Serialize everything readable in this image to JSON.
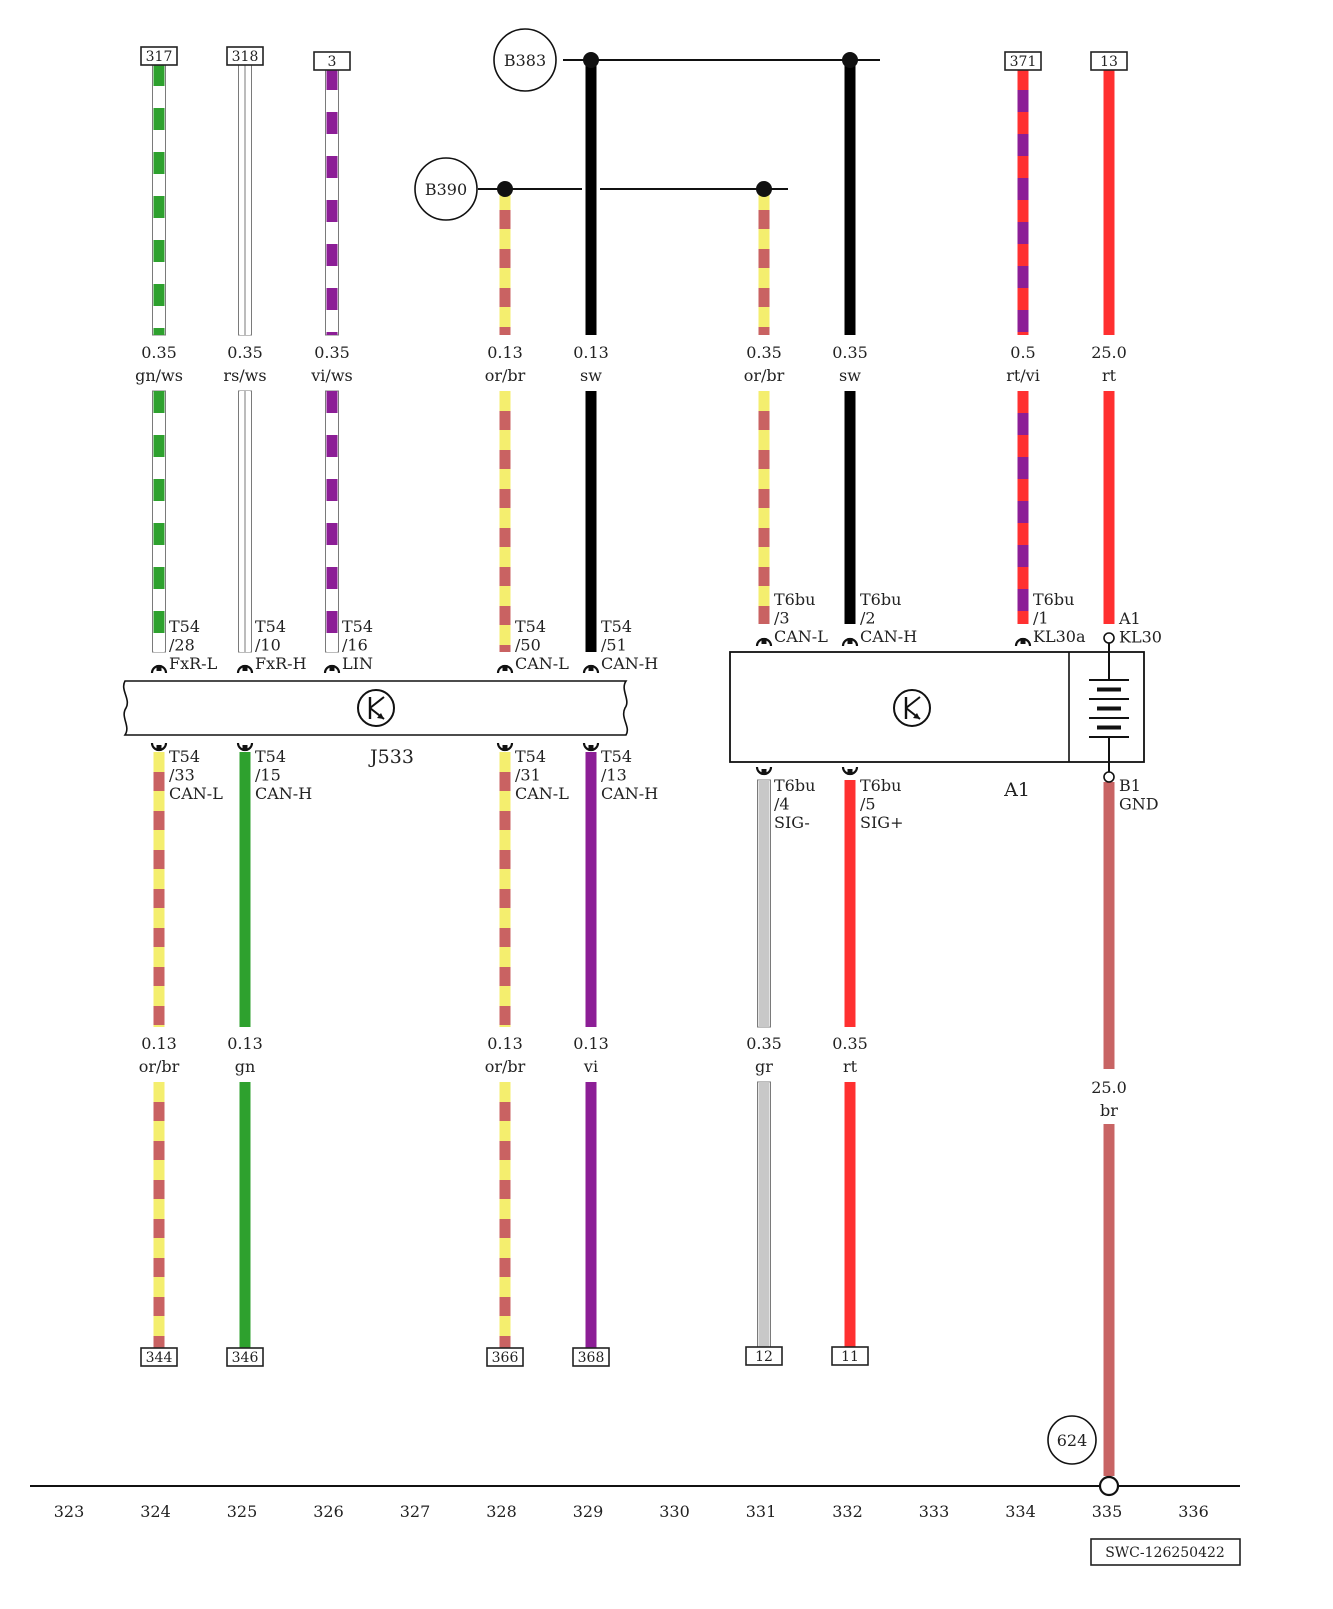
{
  "colors": {
    "gn": "#2ea12e",
    "ws": "#ffffff",
    "rs": "#ffffff",
    "vi": "#8c1e96",
    "or": "#f4ee6e",
    "br": "#c96262",
    "sw": "#000000",
    "rt": "#ff3030",
    "gr": "#c8c8c8",
    "brSolid": "#c86464",
    "border": "#7a7a7a"
  },
  "nodes": [
    {
      "id": "B383",
      "label": "B383"
    },
    {
      "id": "B390",
      "label": "B390"
    },
    {
      "id": "624",
      "label": "624"
    }
  ],
  "wires": [
    {
      "id": "w317",
      "ref": "317",
      "size": "0.35",
      "color": "gn/ws"
    },
    {
      "id": "w318",
      "ref": "318",
      "size": "0.35",
      "color": "rs/ws"
    },
    {
      "id": "w3",
      "ref": "3",
      "size": "0.35",
      "color": "vi/ws"
    },
    {
      "id": "wB390a",
      "size": "0.13",
      "color": "or/br"
    },
    {
      "id": "wB383a",
      "size": "0.13",
      "color": "sw"
    },
    {
      "id": "wB390b",
      "size": "0.35",
      "color": "or/br"
    },
    {
      "id": "wB383b",
      "size": "0.35",
      "color": "sw"
    },
    {
      "id": "w371",
      "ref": "371",
      "size": "0.5",
      "color": "rt/vi"
    },
    {
      "id": "w13",
      "ref": "13",
      "size": "25.0",
      "color": "rt"
    },
    {
      "id": "w344",
      "ref": "344",
      "size": "0.13",
      "color": "or/br"
    },
    {
      "id": "w346",
      "ref": "346",
      "size": "0.13",
      "color": "gn"
    },
    {
      "id": "w366",
      "ref": "366",
      "size": "0.13",
      "color": "or/br"
    },
    {
      "id": "w368",
      "ref": "368",
      "size": "0.13",
      "color": "vi"
    },
    {
      "id": "w12",
      "ref": "12",
      "size": "0.35",
      "color": "gr"
    },
    {
      "id": "w11",
      "ref": "11",
      "size": "0.35",
      "color": "rt"
    },
    {
      "id": "wgnd",
      "size": "25.0",
      "color": "br"
    }
  ],
  "pins": [
    {
      "id": "p1",
      "lines": [
        "T54",
        "/28",
        "FxR-L"
      ]
    },
    {
      "id": "p2",
      "lines": [
        "T54",
        "/10",
        "FxR-H"
      ]
    },
    {
      "id": "p3",
      "lines": [
        "T54",
        "/16",
        "LIN"
      ]
    },
    {
      "id": "p4",
      "lines": [
        "T54",
        "/50",
        "CAN-L"
      ]
    },
    {
      "id": "p5",
      "lines": [
        "T54",
        "/51",
        "CAN-H"
      ]
    },
    {
      "id": "p6",
      "lines": [
        "T54",
        "/33",
        "CAN-L"
      ]
    },
    {
      "id": "p7",
      "lines": [
        "T54",
        "/15",
        "CAN-H"
      ]
    },
    {
      "id": "p8",
      "lines": [
        "T54",
        "/31",
        "CAN-L"
      ]
    },
    {
      "id": "p9",
      "lines": [
        "T54",
        "/13",
        "CAN-H"
      ]
    },
    {
      "id": "p10",
      "lines": [
        "T6bu",
        "/3",
        "CAN-L"
      ]
    },
    {
      "id": "p11",
      "lines": [
        "T6bu",
        "/2",
        "CAN-H"
      ]
    },
    {
      "id": "p12",
      "lines": [
        "T6bu",
        "/1",
        "KL30a"
      ]
    },
    {
      "id": "p13",
      "lines": [
        "A1",
        "KL30"
      ]
    },
    {
      "id": "p14",
      "lines": [
        "T6bu",
        "/4",
        "SIG-"
      ]
    },
    {
      "id": "p15",
      "lines": [
        "T6bu",
        "/5",
        "SIG+"
      ]
    },
    {
      "id": "p16",
      "lines": [
        "B1",
        "GND"
      ]
    }
  ],
  "components": {
    "j533": "J533",
    "a1": "A1"
  },
  "gridNumbers": [
    "323",
    "324",
    "325",
    "326",
    "327",
    "328",
    "329",
    "330",
    "331",
    "332",
    "333",
    "334",
    "335",
    "336"
  ],
  "footer": "SWC-126250422"
}
